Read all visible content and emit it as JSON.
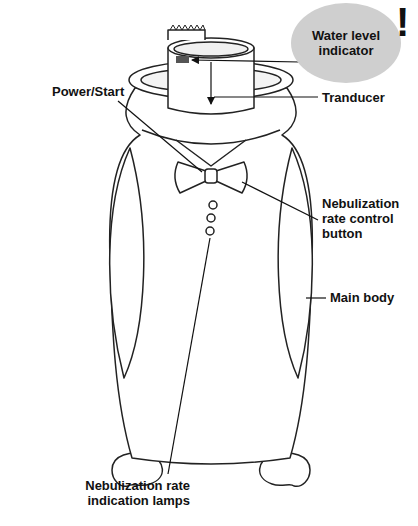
{
  "diagram": {
    "nodes": [
      {
        "text": [
          "Water level indicator",
          "!"
        ]
      }
    ],
    "labels": [
      "Power/Start",
      "Tranducer",
      "Nebulization rate control button",
      "Main body",
      "Nebulization rate indication lamps"
    ]
  }
}
